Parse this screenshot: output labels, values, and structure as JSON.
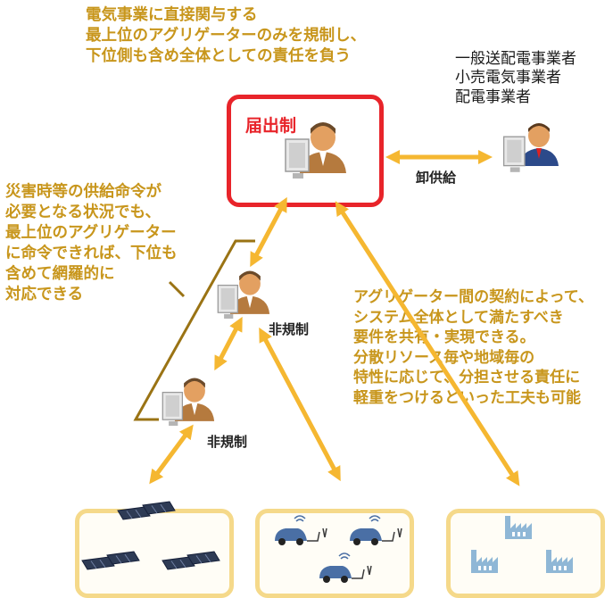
{
  "top_note": "電気事業に直接関与する\n最上位のアグリゲーターのみを規制し、\n下位側も含め全体としての責任を負う",
  "operators": "一般送配電事業者\n小売電気事業者\n配電事業者",
  "notification_label": "届出制",
  "wholesale_label": "卸供給",
  "left_note": "災害時等の供給命令が\n必要となる状況でも、\n最上位のアグリゲーター\nに命令できれば、下位も\n含めて網羅的に\n対応できる",
  "unregulated_label_1": "非規制",
  "unregulated_label_2": "非規制",
  "right_note": "アグリゲーター間の契約によって、\nシステム全体として満たすべき\n要件を共有・実現できる。\n分散リソース毎や地域毎の\n特性に応じて、分担させる責任に\n軽重をつけるといった工夫も可能",
  "colors": {
    "gold_text": "#c8961c",
    "arrow": "#f5b731",
    "red_frame": "#e8242a",
    "box_border": "#f5d98a"
  }
}
